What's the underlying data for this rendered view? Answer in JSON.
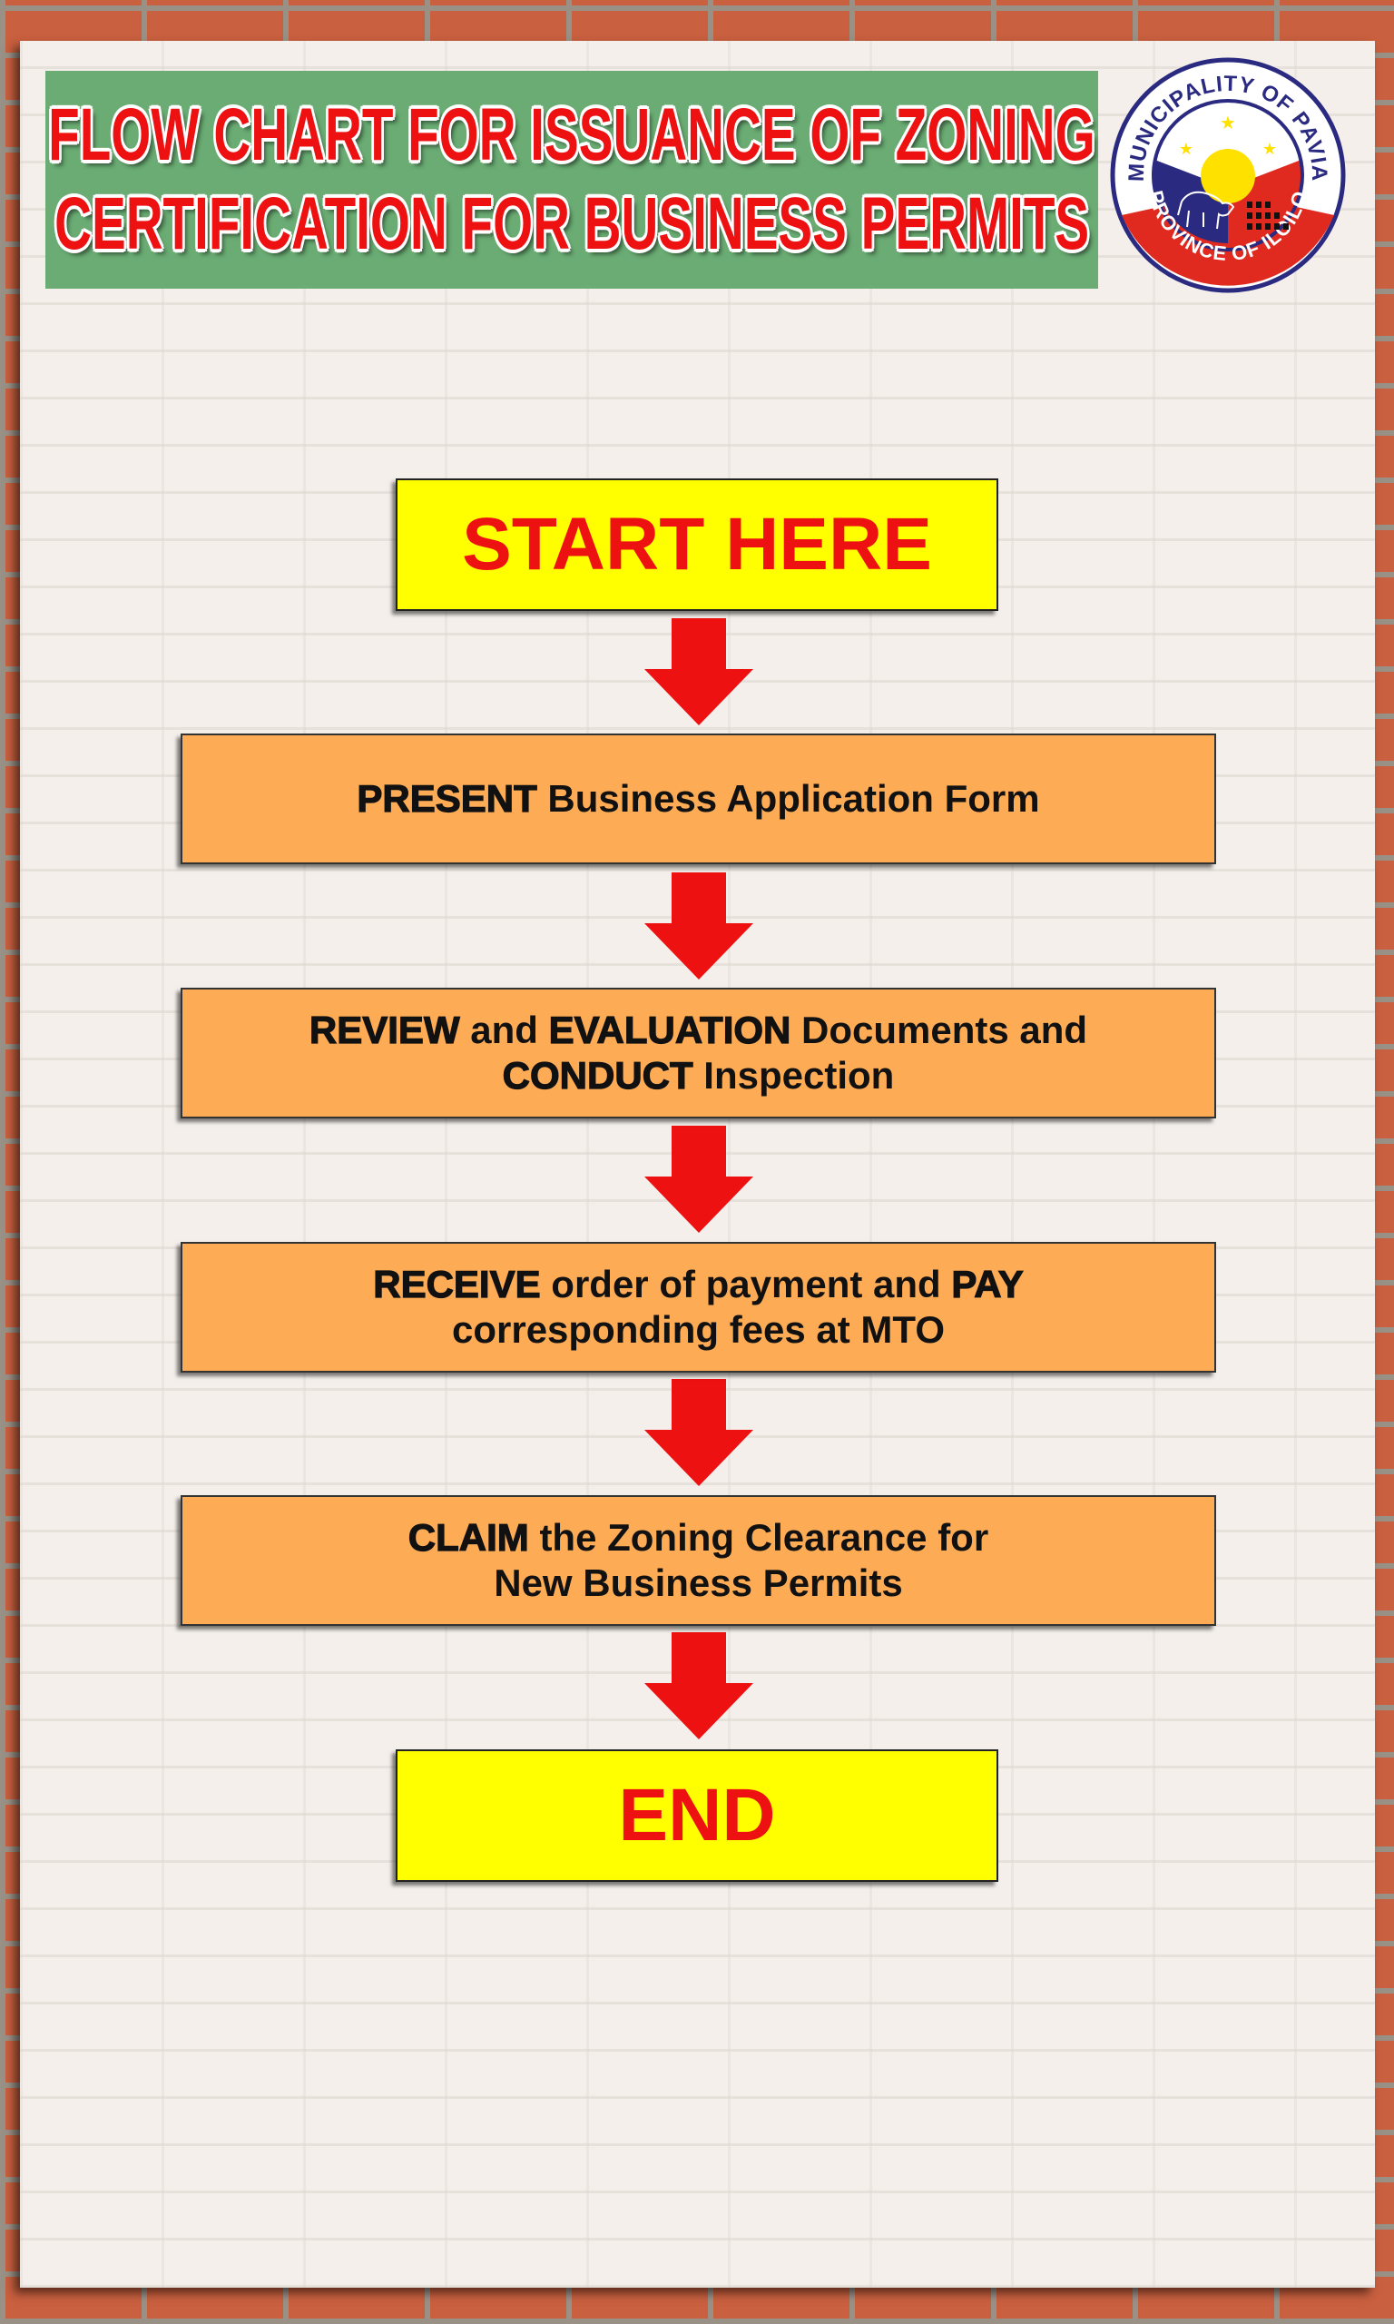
{
  "header": {
    "title_lines": [
      "FLOW CHART FOR ISSUANCE OF ZONING",
      "CERTIFICATION FOR BUSINESS PERMITS"
    ]
  },
  "logo": {
    "top_text": "MUNICIPALITY OF PAVIA",
    "bottom_text": "PROVINCE OF ILOILO"
  },
  "flow": {
    "start": "START HERE",
    "end": "END",
    "steps": [
      {
        "lines": [
          [
            {
              "t": "PRESENT",
              "em": true
            },
            {
              "t": " Business Application Form",
              "em": false
            }
          ]
        ]
      },
      {
        "lines": [
          [
            {
              "t": "REVIEW",
              "em": true
            },
            {
              "t": " and ",
              "em": false
            },
            {
              "t": "EVALUATION",
              "em": true
            },
            {
              "t": " Documents and",
              "em": false
            }
          ],
          [
            {
              "t": "CONDUCT",
              "em": true
            },
            {
              "t": " Inspection",
              "em": false
            }
          ]
        ]
      },
      {
        "lines": [
          [
            {
              "t": "RECEIVE",
              "em": true
            },
            {
              "t": " order of payment and ",
              "em": false
            },
            {
              "t": "PAY",
              "em": true
            }
          ],
          [
            {
              "t": "corresponding fees at MTO",
              "em": false
            }
          ]
        ]
      },
      {
        "lines": [
          [
            {
              "t": "CLAIM",
              "em": true
            },
            {
              "t": " the Zoning Clearance for",
              "em": false
            }
          ],
          [
            {
              "t": "New Business Permits",
              "em": false
            }
          ]
        ]
      }
    ]
  },
  "colors": {
    "title_red": "#ee1111",
    "header_green": "#6aac73",
    "terminal_yellow": "#ffff00",
    "step_orange": "#fdab55",
    "arrow_red": "#ee1111"
  }
}
